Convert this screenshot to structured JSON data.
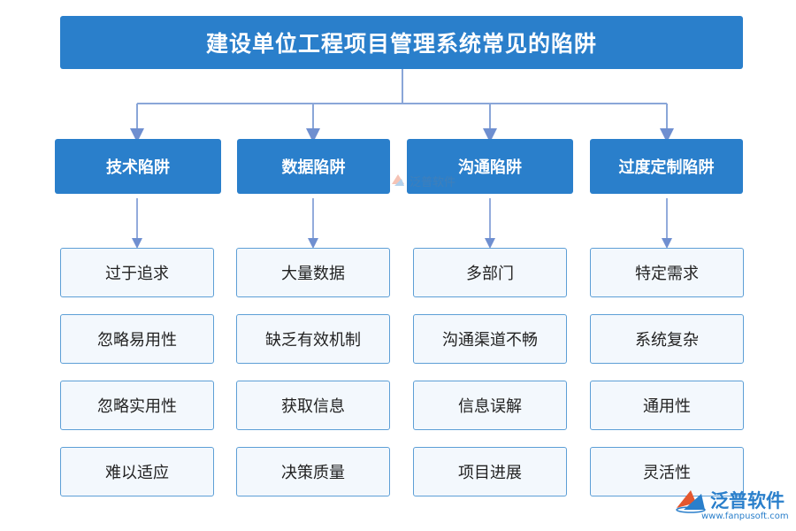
{
  "title": "建设单位工程项目管理系统常见的陷阱",
  "categories": [
    {
      "label": "技术陷阱",
      "items": [
        "过于追求",
        "忽略易用性",
        "忽略实用性",
        "难以适应"
      ]
    },
    {
      "label": "数据陷阱",
      "items": [
        "大量数据",
        "缺乏有效机制",
        "获取信息",
        "决策质量"
      ]
    },
    {
      "label": "沟通陷阱",
      "items": [
        "多部门",
        "沟通渠道不畅",
        "信息误解",
        "项目进展"
      ]
    },
    {
      "label": "过度定制陷阱",
      "items": [
        "特定需求",
        "系统复杂",
        "通用性",
        "灵活性"
      ]
    }
  ],
  "watermark": {
    "center_text": "泛普软件",
    "logo_name": "泛普软件",
    "logo_url": "www.fanpusoft.com"
  },
  "colors": {
    "box_fill": "#2a7fcb",
    "item_border": "#5d9fd6",
    "item_fill": "#f3f8fd",
    "connector": "#8aa6d8"
  }
}
